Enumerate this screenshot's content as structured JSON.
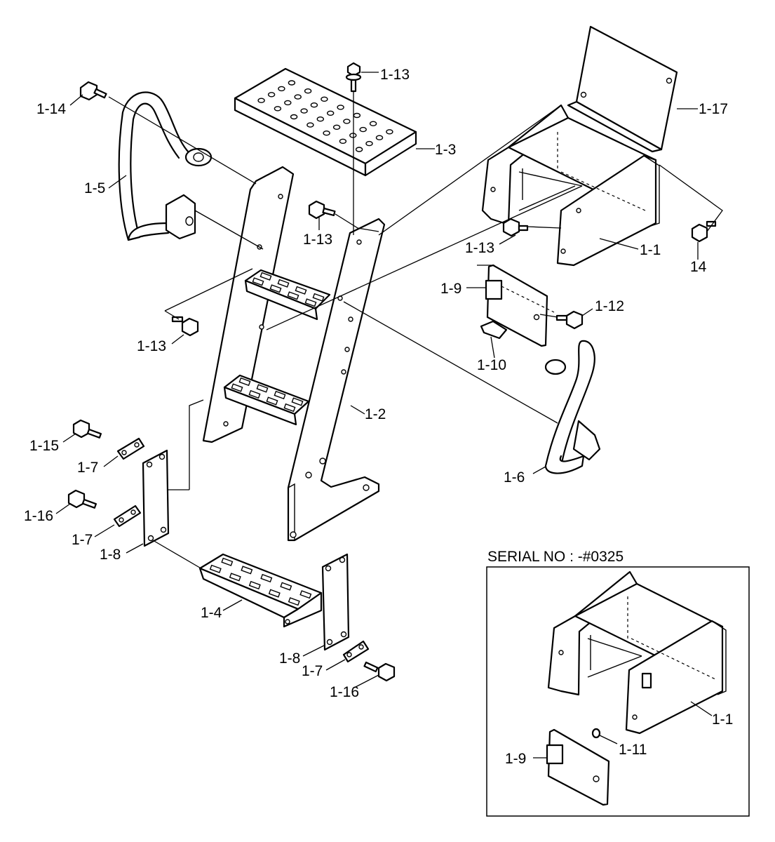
{
  "callouts": {
    "c_1_14": "1-14",
    "c_1_13_top": "1-13",
    "c_1_3": "1-3",
    "c_1_17": "1-17",
    "c_1_5": "1-5",
    "c_1_13_mid": "1-13",
    "c_1_13_right": "1-13",
    "c_1_1": "1-1",
    "c_14": "14",
    "c_1_9": "1-9",
    "c_1_12": "1-12",
    "c_1_13_left": "1-13",
    "c_1_10": "1-10",
    "c_1_2": "1-2",
    "c_1_15": "1-15",
    "c_1_7_a": "1-7",
    "c_1_6": "1-6",
    "c_1_16_a": "1-16",
    "c_1_7_b": "1-7",
    "c_1_8_a": "1-8",
    "c_1_4": "1-4",
    "c_1_8_b": "1-8",
    "c_1_7_c": "1-7",
    "c_1_16_b": "1-16"
  },
  "inset": {
    "title": "SERIAL NO : -#0325",
    "c_1_1": "1-1",
    "c_1_11": "1-11",
    "c_1_9": "1-9"
  }
}
